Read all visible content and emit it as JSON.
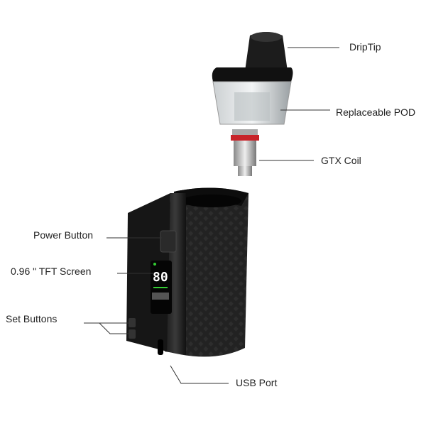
{
  "labels": {
    "driptip": "DripTip",
    "pod": "Replaceable POD",
    "coil": "GTX Coil",
    "power": "Power Button",
    "screen": "0.96 \" TFT Screen",
    "set": "Set Buttons",
    "usb": "USB Port"
  },
  "screen_readout": "80"
}
